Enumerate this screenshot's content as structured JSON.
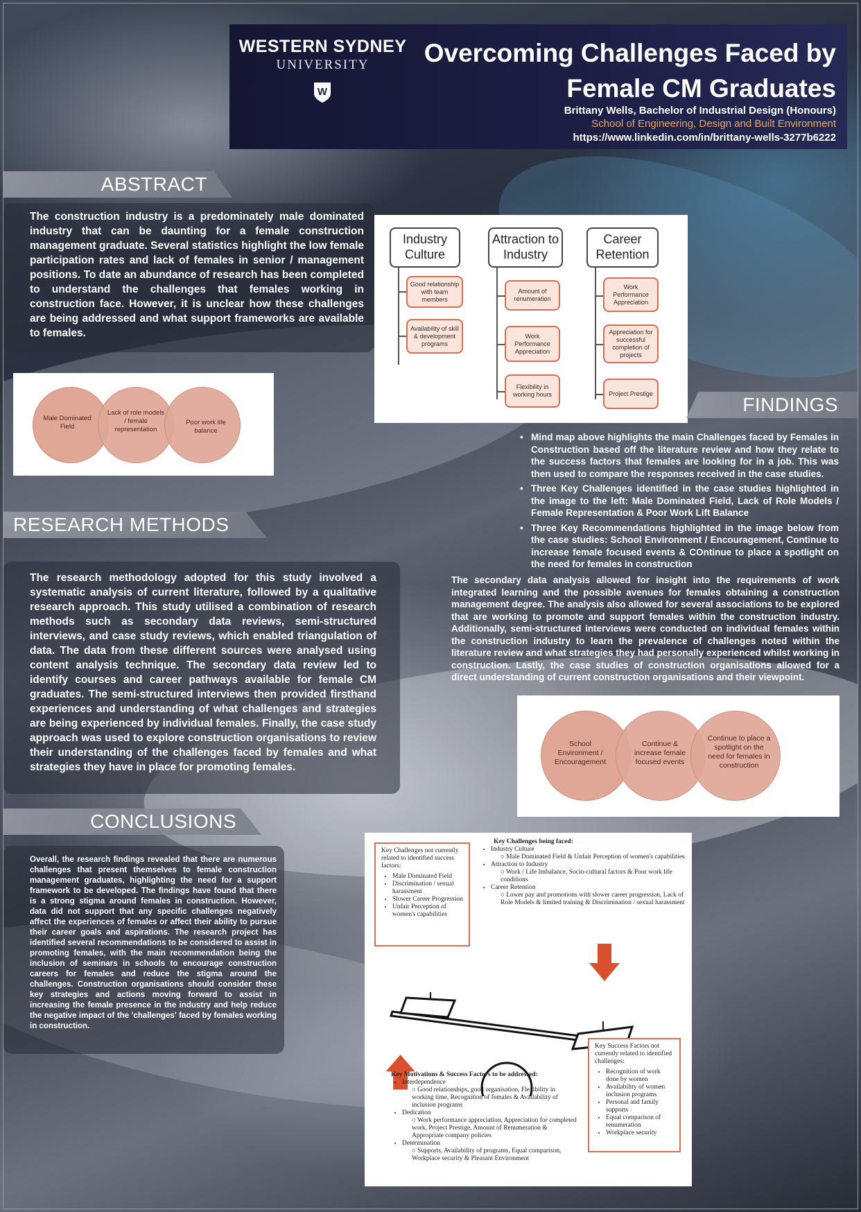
{
  "header": {
    "university_name": "WESTERN SYDNEY",
    "university_sub": "UNIVERSITY",
    "shield_letter": "W",
    "title_line1": "Overcoming Challenges Faced by",
    "title_line2": "Female CM Graduates",
    "author": "Brittany Wells, Bachelor of Industrial Design (Honours)",
    "school": "School of Engineering, Design and Built Environment",
    "link": "https://www.linkedin.com/in/brittany-wells-3277b6222"
  },
  "abstract": {
    "heading": "ABSTRACT",
    "text": "The construction industry is a predominately male dominated industry that can be daunting for a female construction management graduate. Several statistics highlight the low female participation rates and lack of females in senior / management positions. To date an abundance of research has been completed to understand the challenges that females working in construction face. However, it is unclear how these challenges are being addressed and what support frameworks are available to females."
  },
  "challenges_venn": {
    "items": [
      "Male Dominated Field",
      "Lack of role models / female representation",
      "Poor work life balance"
    ]
  },
  "mind_map": {
    "columns": [
      {
        "head": "Industry Culture",
        "items": [
          "Good relationship with team members",
          "Availability of skill & development programs"
        ]
      },
      {
        "head": "Attraction to Industry",
        "items": [
          "Amount of renumeration",
          "Work Performance Appreciation",
          "Flexibility in working hours"
        ]
      },
      {
        "head": "Career Retention",
        "items": [
          "Work Performance Appreciation",
          "Appreciation for successful completion of projects",
          "Project Prestige"
        ]
      }
    ]
  },
  "research_methods": {
    "heading": "RESEARCH METHODS",
    "text": "The research methodology adopted for this study involved a systematic analysis of current literature, followed by a qualitative research approach. This study utilised a combination of research methods such as secondary data reviews, semi-structured interviews, and case study reviews, which enabled triangulation of data. The data from these different sources were analysed using content analysis technique. The secondary data review led to identify courses and career pathways available for female CM graduates. The semi-structured interviews then provided firsthand experiences and understanding of what challenges and strategies are being experienced by individual females. Finally, the case study approach was used to explore construction organisations to review their understanding of the challenges faced by females and what strategies they have in place for promoting females."
  },
  "findings": {
    "heading": "FINDINGS",
    "bullets": [
      "Mind map above highlights the main Challenges faced by Females in Construction based off the literature review and how they relate to the success factors that females are looking for in a job. This was then used to compare the responses received in the case studies.",
      "Three Key Challenges identified in the case studies highlighted in the image to the left: Male Dominated Field, Lack of Role Models / Female Representation & Poor Work Lift Balance",
      "Three Key Recommendations highlighted in the image below from the case studies: School Environment / Encouragement, Continue to increase female focused events & COntinue to place a spotlight on the need for females in construction"
    ],
    "paragraph": "The secondary data analysis allowed for insight into the requirements of work integrated learning and the possible avenues for females obtaining a construction management degree. The analysis also allowed for several associations to be explored that are working to promote and support females within the construction industry. Additionally, semi-structured interviews were conducted on individual females within the construction industry to learn the prevalence of challenges noted within the literature review and what strategies they had personally experienced whilst working in construction. Lastly, the case studies of construction organisations allowed for a direct understanding of current construction organisations and their viewpoint."
  },
  "recommendations_venn": {
    "items": [
      "School Environment / Encouragement",
      "Continue & increase female focused events",
      "Continue to place a spotlight on the need for females in construction"
    ]
  },
  "conclusions": {
    "heading": "CONCLUSIONS",
    "text": "Overall, the research findings revealed that there are numerous challenges that present themselves to female construction management graduates, highlighting the need for a support framework to be developed. The findings have found that there is a strong stigma around females in construction. However, data did not support that any specific challenges negatively affect the experiences of females or affect their ability to pursue their career goals and aspirations. The research project has identified several recommendations to be considered to assist in promoting females, with the main recommendation being the inclusion of seminars in schools to encourage construction careers for females and reduce the stigma around the challenges. Construction organisations should consider these key strategies and actions moving forward to assist in increasing the female presence in the industry and help reduce the negative impact of the 'challenges' faced by females working in construction."
  },
  "seesaw": {
    "left_box_title": "Key Challenges not currently related to identified success factors:",
    "left_box_items": [
      "Male Dominated Field",
      "Discrimination / sexual harassment",
      "Slower Career Progression",
      "Unfair Perception of women's capabilities"
    ],
    "top_title": "Key Challenges being faced:",
    "top_items": [
      {
        "head": "Industry Culture",
        "sub": "Male Dominated Field & Unfair Perception of women's capabilities"
      },
      {
        "head": "Attraction to Industry",
        "sub": "Work / Life Imbalance, Socio-cultural factors & Poor work life conditions"
      },
      {
        "head": "Career Retention",
        "sub": "Lower pay and promotions with slower career progression, Lack of Role Models & limited training & Discrimination / sexual harassment"
      }
    ],
    "bottom_title": "Key Motivations & Success Factors to be addressed:",
    "bottom_items": [
      {
        "head": "Interdependence",
        "sub": "Good relationships, good organisation, Flexibility in working time, Recognition of females & Availability of inclusion programs"
      },
      {
        "head": "Dedication",
        "sub": "Work performance appreciation, Appreciation for completed work, Project Prestige, Amount of Renumeration & Appropriate company policies"
      },
      {
        "head": "Determination",
        "sub": "Supports, Availability of programs, Equal comparison, Workplace security & Pleasant Environment"
      }
    ],
    "right_box_title": "Key Success Factors not currently related to identified challenges:",
    "right_box_items": [
      "Recognition of work done by women",
      "Availability of women inclusion programs",
      "Personal and family supports",
      "Equal comparison of renumeration",
      "Workplace security"
    ]
  },
  "colors": {
    "header_bg": "#1c1e44",
    "accent_orange": "#e8a66a",
    "venn_fill": "#e0a797",
    "arrow_red": "#d9502f"
  }
}
